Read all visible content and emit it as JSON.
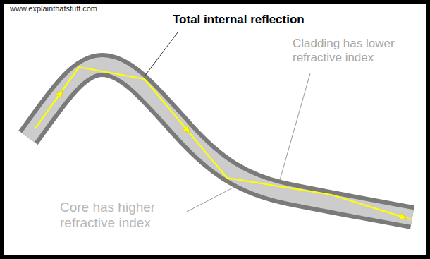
{
  "diagram": {
    "labels": [
      "www.explainthatstuff.com",
      "Total internal reflection",
      "Cladding has lower refractive index",
      "Core has higher refractive index"
    ]
  }
}
